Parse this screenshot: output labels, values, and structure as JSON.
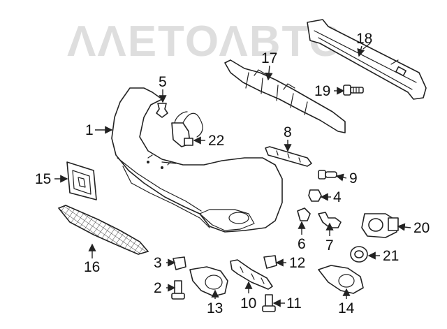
{
  "watermark": {
    "text": "ΛΛΕΤΟΛΒΤΟ"
  },
  "callouts": [
    {
      "id": "1",
      "text": "1"
    },
    {
      "id": "2",
      "text": "2"
    },
    {
      "id": "3",
      "text": "3"
    },
    {
      "id": "4",
      "text": "4"
    },
    {
      "id": "5",
      "text": "5"
    },
    {
      "id": "6",
      "text": "6"
    },
    {
      "id": "7",
      "text": "7"
    },
    {
      "id": "8",
      "text": "8"
    },
    {
      "id": "9",
      "text": "9"
    },
    {
      "id": "10",
      "text": "10"
    },
    {
      "id": "11",
      "text": "11"
    },
    {
      "id": "12",
      "text": "12"
    },
    {
      "id": "13",
      "text": "13"
    },
    {
      "id": "14",
      "text": "14"
    },
    {
      "id": "15",
      "text": "15"
    },
    {
      "id": "16",
      "text": "16"
    },
    {
      "id": "17",
      "text": "17"
    },
    {
      "id": "18",
      "text": "18"
    },
    {
      "id": "19",
      "text": "19"
    },
    {
      "id": "20",
      "text": "20"
    },
    {
      "id": "21",
      "text": "21"
    },
    {
      "id": "22",
      "text": "22"
    }
  ]
}
